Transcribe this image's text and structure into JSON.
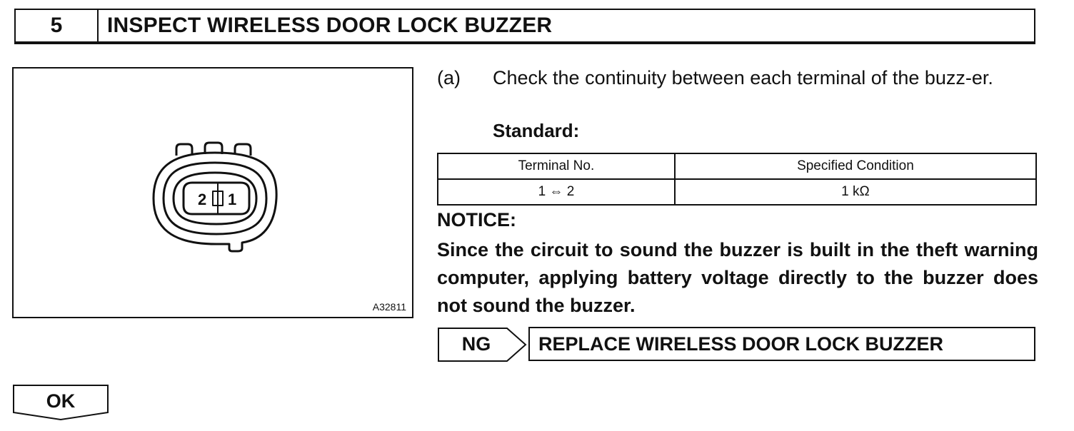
{
  "header": {
    "step_number": "5",
    "title": "INSPECT WIRELESS DOOR LOCK BUZZER"
  },
  "figure": {
    "terminal_left": "2",
    "terminal_right": "1",
    "code": "A32811"
  },
  "step": {
    "marker": "(a)",
    "text": "Check the continuity between each terminal of the buzz-er.",
    "standard_label": "Standard:"
  },
  "spec_table": {
    "headers": [
      "Terminal No.",
      "Specified Condition"
    ],
    "rows": [
      [
        "1 ⇔ 2",
        "1 kΩ"
      ]
    ]
  },
  "notice": {
    "heading": "NOTICE:",
    "body": "Since the circuit to sound the buzzer is built in the theft warning computer, applying battery voltage directly to the buzzer does not sound the buzzer."
  },
  "ng": {
    "label": "NG",
    "result": "REPLACE WIRELESS DOOR LOCK BUZZER"
  },
  "ok": {
    "label": "OK"
  }
}
